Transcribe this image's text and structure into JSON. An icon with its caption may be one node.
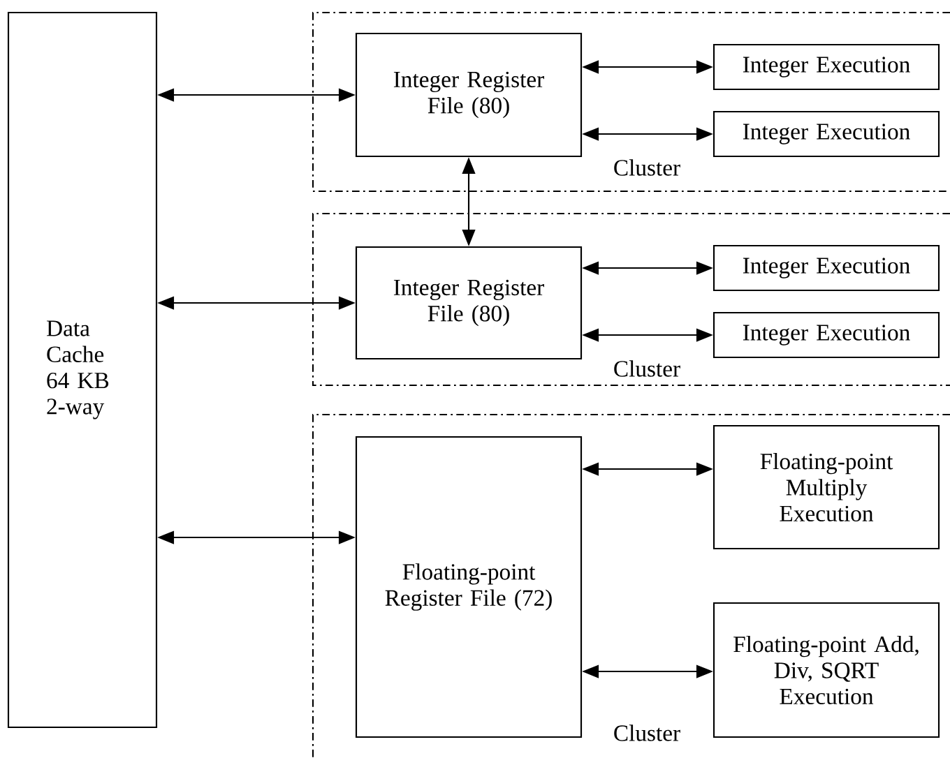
{
  "diagram": {
    "nodes": [
      {
        "text": [
          "Data Cache 64 KB 2-way"
        ]
      },
      {
        "text": [
          "Cluster"
        ]
      },
      {
        "text": [
          "Integer Register File (80)"
        ],
        "in": 1
      },
      {
        "text": [
          "Integer Execution"
        ],
        "in": 1
      },
      {
        "text": [
          "Integer Execution"
        ],
        "in": 1
      },
      {
        "text": [
          "Cluster"
        ]
      },
      {
        "text": [
          "Integer Register File (80)"
        ],
        "in": 5
      },
      {
        "text": [
          "Integer Execution"
        ],
        "in": 5
      },
      {
        "text": [
          "Integer Execution"
        ],
        "in": 5
      },
      {
        "text": [
          "Cluster"
        ]
      },
      {
        "text": [
          "Floating-point Register File (72)"
        ],
        "in": 9
      },
      {
        "text": [
          "Floating-point Multiply Execution"
        ],
        "in": 9
      },
      {
        "text": [
          "Floating-point Add, Div, SQRT Execution"
        ],
        "in": 9
      }
    ],
    "edges": [
      {
        "from": 0,
        "to": 2,
        "arrow": "both"
      },
      {
        "from": 2,
        "to": 3,
        "arrow": "both"
      },
      {
        "from": 2,
        "to": 4,
        "arrow": "both"
      },
      {
        "from": 2,
        "to": 6,
        "arrow": "both"
      },
      {
        "from": 0,
        "to": 6,
        "arrow": "both"
      },
      {
        "from": 6,
        "to": 7,
        "arrow": "both"
      },
      {
        "from": 6,
        "to": 8,
        "arrow": "both"
      },
      {
        "from": 0,
        "to": 10,
        "arrow": "both"
      },
      {
        "from": 10,
        "to": 11,
        "arrow": "both"
      },
      {
        "from": 10,
        "to": 12,
        "arrow": "both"
      }
    ]
  }
}
